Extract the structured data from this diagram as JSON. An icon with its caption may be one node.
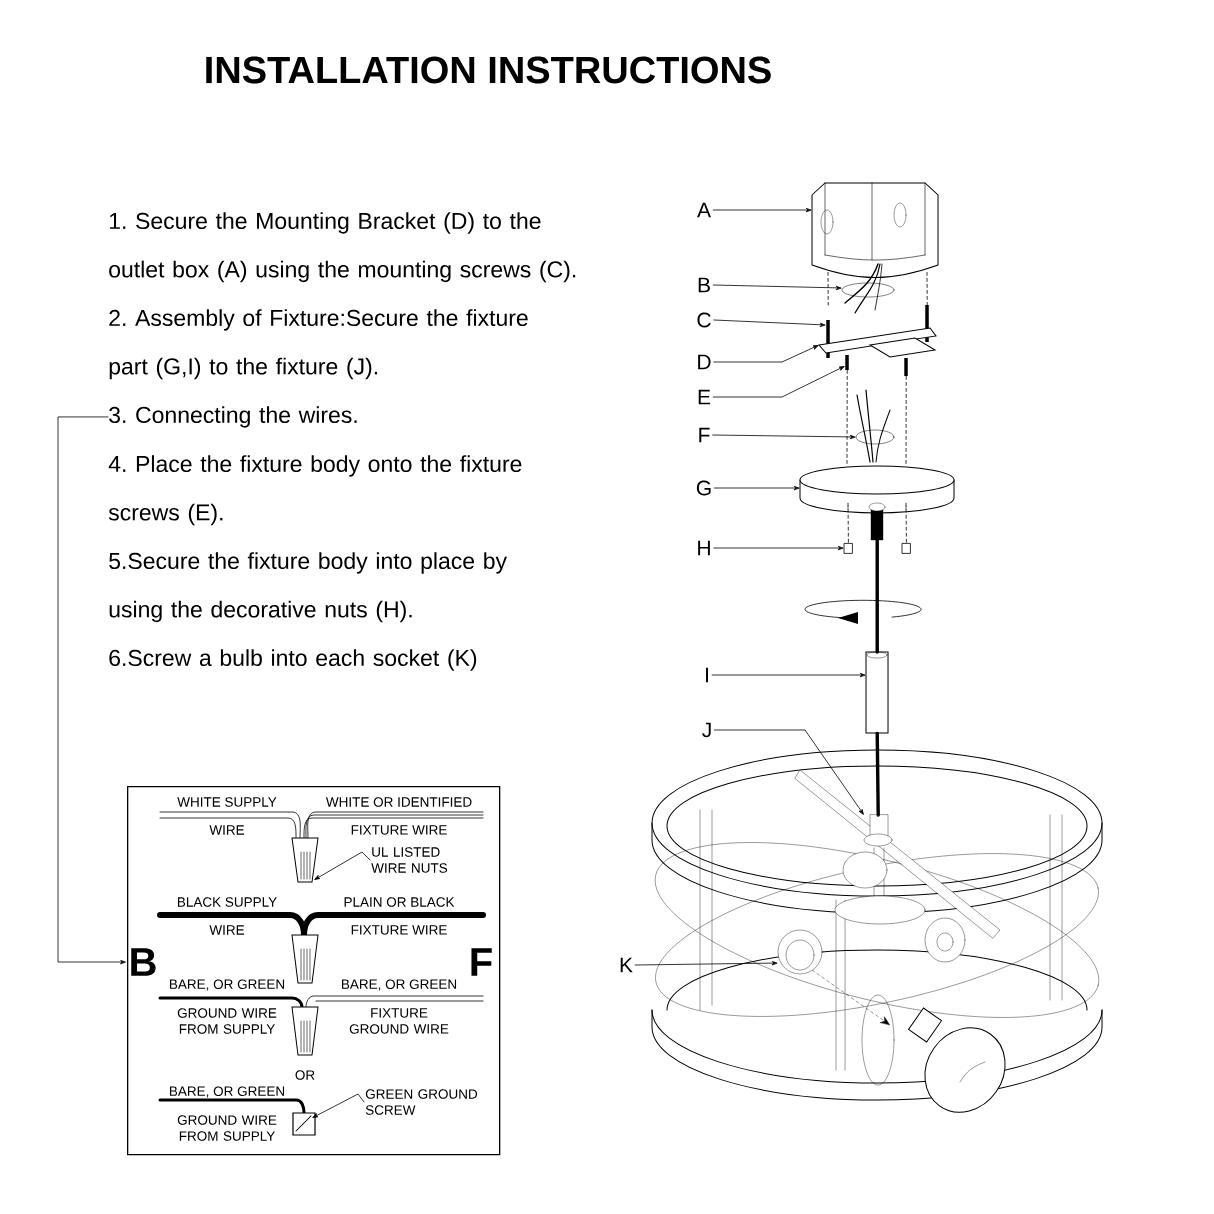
{
  "diagram": {
    "title": "INSTALLATION INSTRUCTIONS",
    "nodes": [
      {
        "text": [
          "1. Secure the Mounting Bracket (D) to the outlet box (A) using the mounting screws (C)."
        ]
      },
      {
        "text": [
          "2. Assembly of Fixture:Secure the fixture part (G,I) to the fixture (J)."
        ]
      },
      {
        "text": [
          "3. Connecting the wires."
        ]
      },
      {
        "text": [
          "4. Place the fixture body onto the fixture screws (E)."
        ]
      },
      {
        "text": [
          "5.Secure the fixture body into place by using the decorative nuts (H)."
        ]
      },
      {
        "text": [
          "6.Screw a bulb into each socket (K)"
        ]
      },
      {
        "text": [],
        "shape": "box"
      },
      {
        "text": [
          "B"
        ],
        "in": 6
      },
      {
        "text": [
          "F"
        ],
        "in": 6
      },
      {
        "text": [
          "UL LISTED WIRE NUTS"
        ],
        "in": 6
      },
      {
        "text": [
          "GREEN GROUND SCREW"
        ],
        "in": 6
      },
      {
        "text": [
          "A"
        ]
      },
      {
        "text": [
          "B"
        ]
      },
      {
        "text": [
          "C"
        ]
      },
      {
        "text": [
          "D"
        ]
      },
      {
        "text": [
          "E"
        ]
      },
      {
        "text": [
          "F"
        ]
      },
      {
        "text": [
          "G"
        ]
      },
      {
        "text": [
          "H"
        ]
      },
      {
        "text": [
          "I"
        ]
      },
      {
        "text": [
          "J"
        ]
      },
      {
        "text": [
          "K"
        ]
      },
      {
        "text": [],
        "shape": "picture"
      },
      {
        "text": [],
        "shape": "picture"
      },
      {
        "text": [],
        "shape": "picture"
      },
      {
        "text": [],
        "shape": "picture"
      },
      {
        "text": [],
        "shape": "picture"
      },
      {
        "text": [],
        "shape": "picture"
      },
      {
        "text": [],
        "shape": "picture"
      },
      {
        "text": [],
        "shape": "picture"
      },
      {
        "text": [],
        "shape": "picture"
      },
      {
        "text": [],
        "shape": "box"
      },
      {
        "text": [],
        "shape": "box"
      },
      {
        "text": [],
        "shape": "picture"
      },
      {
        "text": [],
        "shape": "picture"
      },
      {
        "text": [],
        "shape": "picture"
      }
    ],
    "edges": [
      {
        "from": 2,
        "to": 7,
        "arrow": "to"
      },
      {
        "from": 9,
        "to": null,
        "arrow": "to"
      },
      {
        "from": 10,
        "to": null,
        "arrow": "to"
      },
      {
        "from": 11,
        "to": 22,
        "arrow": "to"
      },
      {
        "from": 12,
        "to": 23,
        "arrow": "to"
      },
      {
        "from": 13,
        "to": 24,
        "arrow": "to"
      },
      {
        "from": 14,
        "to": 26,
        "arrow": "to"
      },
      {
        "from": 15,
        "to": 27,
        "arrow": "to"
      },
      {
        "from": 16,
        "to": 29,
        "arrow": "to"
      },
      {
        "from": 17,
        "to": 30,
        "arrow": "to"
      },
      {
        "from": 18,
        "to": 31,
        "arrow": "to"
      },
      {
        "from": 19,
        "to": 33,
        "arrow": "to"
      },
      {
        "from": 20,
        "to": 34,
        "arrow": "to"
      },
      {
        "from": 21,
        "to": 35,
        "arrow": "to"
      },
      {
        "from": 22,
        "to": 24,
        "arrow": "none",
        "style": "dashed"
      },
      {
        "from": 22,
        "to": 25,
        "arrow": "none",
        "style": "dashed"
      },
      {
        "from": 27,
        "to": 30,
        "arrow": "none",
        "style": "dashed"
      },
      {
        "from": 28,
        "to": 30,
        "arrow": "none",
        "style": "dashed"
      },
      {
        "from": 30,
        "to": 31,
        "arrow": "none",
        "style": "dashed"
      },
      {
        "from": 30,
        "to": 32,
        "arrow": "none",
        "style": "dashed"
      },
      {
        "from": 30,
        "to": 33,
        "arrow": "none",
        "style": "thick"
      },
      {
        "from": 33,
        "to": 34,
        "arrow": "none",
        "style": "thick"
      }
    ],
    "labels": [
      "WHITE SUPPLY",
      "WHITE OR IDENTIFIED",
      "WIRE",
      "FIXTURE WIRE",
      "BLACK SUPPLY",
      "PLAIN OR BLACK",
      "WIRE",
      "FIXTURE WIRE",
      "BARE, OR GREEN",
      "BARE, OR GREEN",
      "GROUND WIRE FROM SUPPLY",
      "FIXTURE GROUND WIRE",
      "OR",
      "BARE, OR GREEN",
      "GROUND WIRE FROM SUPPLY"
    ]
  }
}
